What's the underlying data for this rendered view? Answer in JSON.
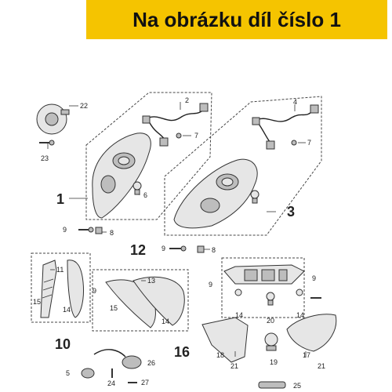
{
  "banner": {
    "title": "Na obrázku díl číslo 1"
  },
  "callouts": {
    "c1": "1",
    "c2": "2",
    "c3": "3",
    "c4": "4",
    "c5": "5",
    "c6": "6",
    "c7a": "7",
    "c7b": "7",
    "c8a": "8",
    "c8b": "8",
    "c9a": "9",
    "c9b": "9",
    "c9c": "9",
    "c9d": "9",
    "c9e": "9",
    "c10": "10",
    "c11": "11",
    "c12": "12",
    "c13": "13",
    "c14a": "14",
    "c14b": "14",
    "c14c": "14",
    "c14d": "14",
    "c15a": "15",
    "c15b": "15",
    "c16": "16",
    "c17": "17",
    "c18": "18",
    "c19": "19",
    "c20": "20",
    "c21a": "21",
    "c21b": "21",
    "c22": "22",
    "c23": "23",
    "c24": "24",
    "c25": "25",
    "c26": "26",
    "c27": "27"
  }
}
